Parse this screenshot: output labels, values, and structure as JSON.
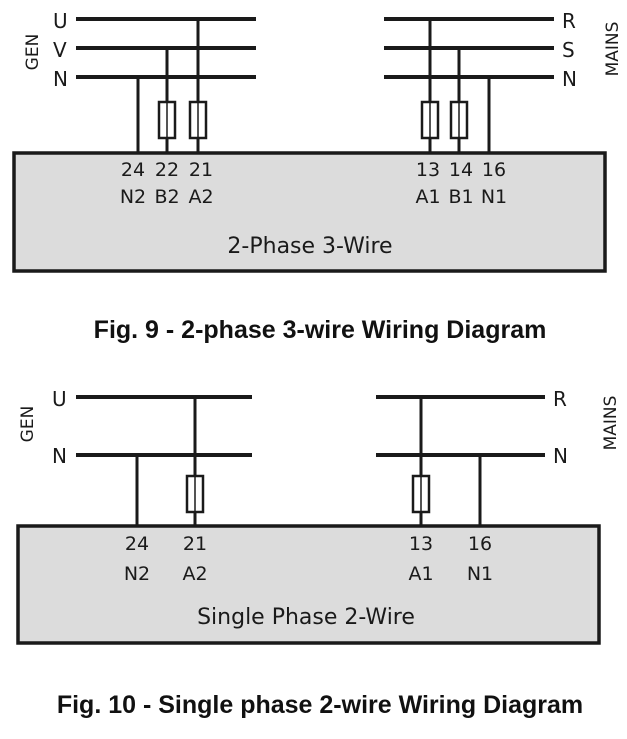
{
  "figures": [
    {
      "gen_side_label": "GEN",
      "mains_side_label": "MAINS",
      "gen_lines": [
        "U",
        "V",
        "N"
      ],
      "mains_lines": [
        "R",
        "S",
        "N"
      ],
      "box_title": "2-Phase 3-Wire",
      "terminals": [
        {
          "number": "24",
          "name": "N2"
        },
        {
          "number": "22",
          "name": "B2"
        },
        {
          "number": "21",
          "name": "A2"
        },
        {
          "number": "13",
          "name": "A1"
        },
        {
          "number": "14",
          "name": "B1"
        },
        {
          "number": "16",
          "name": "N1"
        }
      ],
      "caption": "Fig. 9 - 2-phase 3-wire Wiring Diagram"
    },
    {
      "gen_side_label": "GEN",
      "mains_side_label": "MAINS",
      "gen_lines": [
        "U",
        "N"
      ],
      "mains_lines": [
        "R",
        "N"
      ],
      "box_title": "Single Phase 2-Wire",
      "terminals": [
        {
          "number": "24",
          "name": "N2"
        },
        {
          "number": "21",
          "name": "A2"
        },
        {
          "number": "13",
          "name": "A1"
        },
        {
          "number": "16",
          "name": "N1"
        }
      ],
      "caption": "Fig. 10 - Single phase 2-wire Wiring Diagram"
    }
  ]
}
